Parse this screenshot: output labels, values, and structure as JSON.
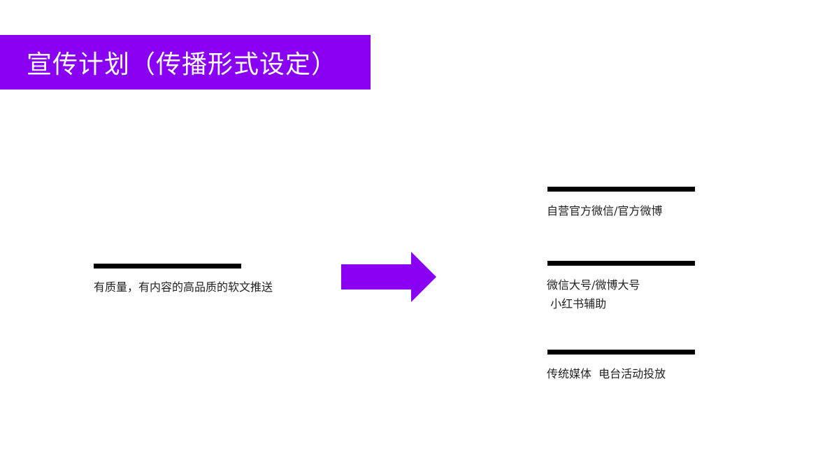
{
  "colors": {
    "accent": "#8a00f2",
    "rule": "#000000",
    "background": "#ffffff",
    "title_text": "#ffffff"
  },
  "header": {
    "title": "宣传计划（传播形式设定）"
  },
  "left": {
    "text": "有质量，有内容的高品质的软文推送"
  },
  "arrow": {
    "icon": "right-arrow-icon"
  },
  "right": {
    "items": [
      {
        "lines": [
          "自营官方微信/官方微博"
        ]
      },
      {
        "lines": [
          "微信大号/微博大号",
          " 小红书辅助"
        ]
      },
      {
        "lines": [
          "传统媒体  电台活动投放"
        ]
      }
    ]
  }
}
